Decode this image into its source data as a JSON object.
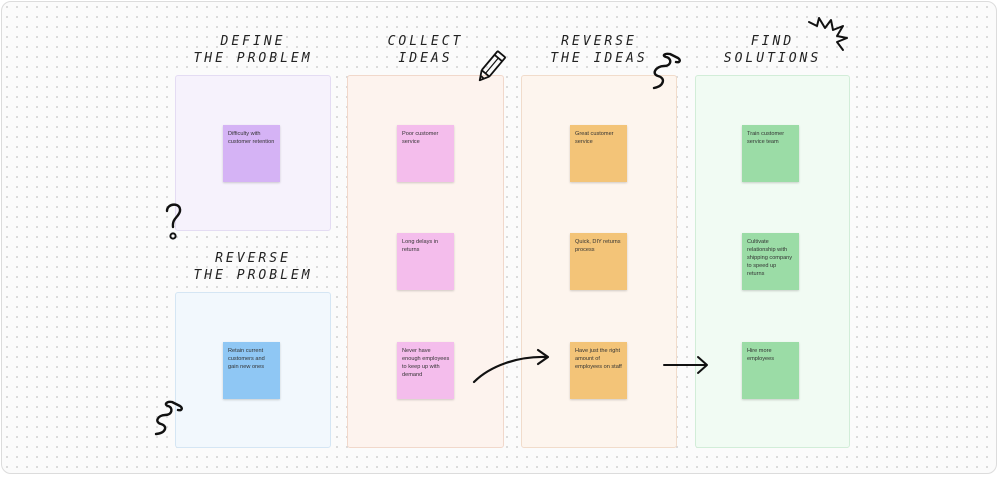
{
  "board": {
    "columns": [
      {
        "id": "define",
        "title": "DEFINE\nTHE PROBLEM",
        "notes": [
          "Difficulty with customer retention"
        ]
      },
      {
        "id": "reverse-problem",
        "title": "REVERSE\nTHE PROBLEM",
        "notes": [
          "Retain current customers and gain new ones"
        ]
      },
      {
        "id": "collect",
        "title": "COLLECT\nIDEAS",
        "notes": [
          "Poor customer service",
          "Long delays in returns",
          "Never have enough employees to keep up with demand"
        ]
      },
      {
        "id": "reverse-ideas",
        "title": "REVERSE\nTHE IDEAS",
        "notes": [
          "Great customer service",
          "Quick, DIY returns process",
          "Have just the right amount of employees on staff"
        ]
      },
      {
        "id": "solutions",
        "title": "FIND\nSOLUTIONS",
        "notes": [
          "Train customer service team",
          "Cultivate relationship with shipping company to speed up returns",
          "Hire more employees"
        ]
      }
    ]
  },
  "colors": {
    "define_frame": "#f6f2fc",
    "define_border": "#e4dcf3",
    "define_note": "#d5b3f5",
    "reverse_problem_frame": "#f2f8fd",
    "reverse_problem_border": "#d5e6f4",
    "reverse_problem_note": "#8fc7f4",
    "collect_frame": "#fdf3ee",
    "collect_border": "#f1d8cb",
    "collect_note": "#f4bdec",
    "reverse_ideas_frame": "#fdf5ee",
    "reverse_ideas_border": "#f1dccb",
    "reverse_ideas_note": "#f3c478",
    "solutions_frame": "#f1fbf3",
    "solutions_border": "#d2edd8",
    "solutions_note": "#9bdca6"
  },
  "doodles": [
    "question-mark-icon",
    "pencil-icon",
    "squiggle-icon",
    "squiggle-icon",
    "burst-icon",
    "curved-arrow-icon",
    "straight-arrow-icon"
  ]
}
